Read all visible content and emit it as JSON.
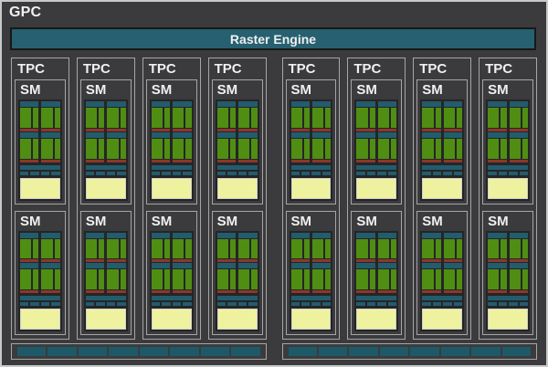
{
  "diagram": {
    "gpc_label": "GPC",
    "raster_engine_label": "Raster Engine",
    "tpc_label": "TPC",
    "sm_label": "SM",
    "groups": [
      4,
      4
    ],
    "sms_per_tpc": 2,
    "sm_block": {
      "processing_blocks": 2,
      "halves_per_block": 2,
      "block_layers": [
        "scheduler-teal-bar",
        "core-array-green",
        "tensor-red-bar"
      ],
      "tail_layers": [
        "ldst-teal-bar",
        "tex-unit-row",
        "cache-yellow-block"
      ],
      "tex_units": 4
    },
    "bottom_bars": {
      "count": 2,
      "segments_per_bar": 8
    },
    "colors": {
      "background": "#3b3b3d",
      "frame_border": "#c9c9c9",
      "box_line": "#a6a6a6",
      "well": "#252527",
      "teal": "#235c6d",
      "teal_raster": "#276070",
      "teal_segment": "#1e5968",
      "green": "#4f8e12",
      "red": "#8c372b",
      "yellow": "#eef29e",
      "text": "#f0f0f0"
    }
  }
}
